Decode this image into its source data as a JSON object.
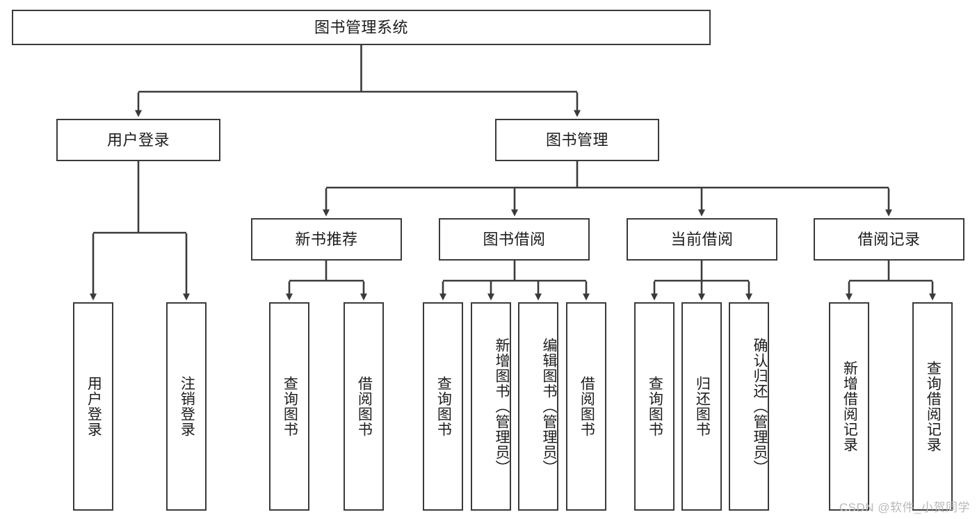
{
  "diagram": {
    "title": "图书管理系统",
    "type": "tree",
    "watermark": "CSDN @软件_小贺同学",
    "colors": {
      "border": "#3a3a3a",
      "background": "#ffffff",
      "text": "#1c1c1c",
      "watermark": "#b9b9b9"
    },
    "nodes": {
      "root": {
        "label": "图书管理系统"
      },
      "level2": [
        {
          "id": "user-login",
          "label": "用户登录"
        },
        {
          "id": "book-management",
          "label": "图书管理"
        }
      ],
      "level3": [
        {
          "id": "new-book-recommend",
          "label": "新书推荐"
        },
        {
          "id": "book-borrow",
          "label": "图书借阅"
        },
        {
          "id": "current-borrow",
          "label": "当前借阅"
        },
        {
          "id": "borrow-record",
          "label": "借阅记录"
        }
      ],
      "leaves": [
        {
          "id": "leaf-user-login",
          "label": "用户登录",
          "parent": "user-login"
        },
        {
          "id": "leaf-logout",
          "label": "注销登录",
          "parent": "user-login"
        },
        {
          "id": "leaf-query-book-1",
          "label": "查询图书",
          "parent": "new-book-recommend"
        },
        {
          "id": "leaf-borrow-book-1",
          "label": "借阅图书",
          "parent": "new-book-recommend"
        },
        {
          "id": "leaf-query-book-2",
          "label": "查询图书",
          "parent": "book-borrow"
        },
        {
          "id": "leaf-add-book",
          "label": "新增图书（管理员）",
          "parent": "book-borrow"
        },
        {
          "id": "leaf-edit-book",
          "label": "编辑图书（管理员）",
          "parent": "book-borrow"
        },
        {
          "id": "leaf-borrow-book-2",
          "label": "借阅图书",
          "parent": "book-borrow"
        },
        {
          "id": "leaf-query-book-3",
          "label": "查询图书",
          "parent": "current-borrow"
        },
        {
          "id": "leaf-return-book",
          "label": "归还图书",
          "parent": "current-borrow"
        },
        {
          "id": "leaf-confirm-return",
          "label": "确认归还（管理员）",
          "parent": "current-borrow"
        },
        {
          "id": "leaf-add-record",
          "label": "新增借阅记录",
          "parent": "borrow-record"
        },
        {
          "id": "leaf-query-record",
          "label": "查询借阅记录",
          "parent": "borrow-record"
        }
      ]
    }
  }
}
